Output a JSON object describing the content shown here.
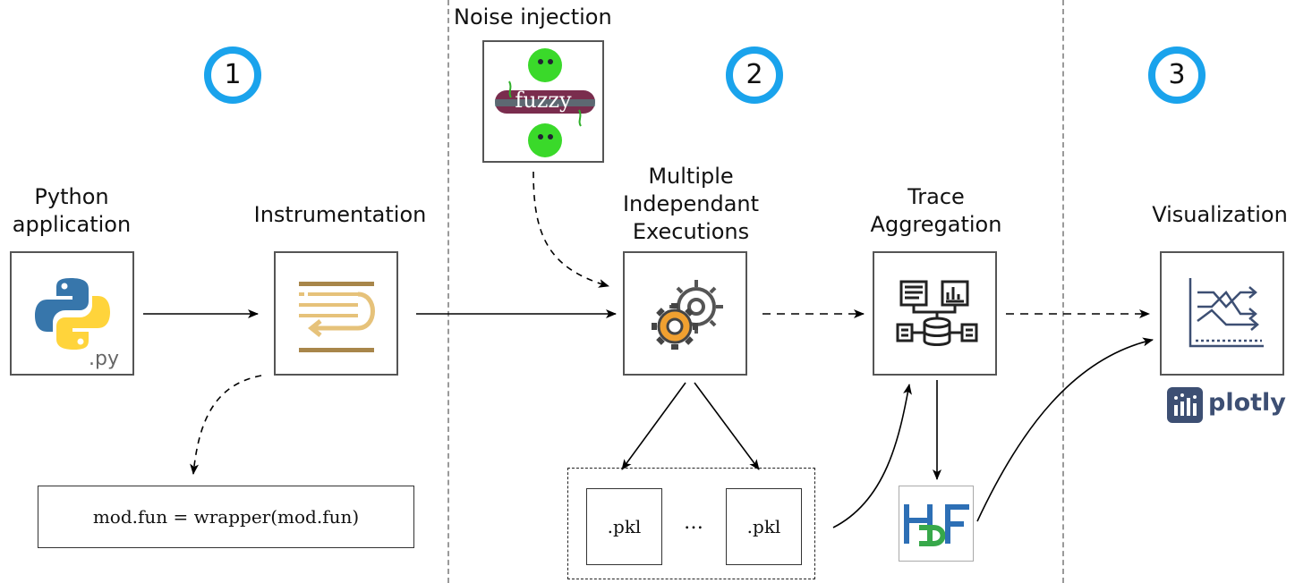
{
  "sections": {
    "noise_title": "Noise injection",
    "steps": [
      "1",
      "2",
      "3"
    ]
  },
  "stages": {
    "python_app": "Python\napplication",
    "instrumentation": "Instrumentation",
    "executions": "Multiple\nIndependant\nExecutions",
    "aggregation": "Trace\nAggregation",
    "visualization": "Visualization"
  },
  "details": {
    "py_ext": ".py",
    "wrapper_code": "mod.fun = wrapper(mod.fun)",
    "fuzzy_logo": "fuzzy",
    "pkl_1": ".pkl",
    "pkl_ellipsis": "…",
    "pkl_2": ".pkl",
    "hdf_logo": "HDF",
    "plotly_logo": "plotly"
  },
  "colors": {
    "step_ring": "#1aa3ec",
    "python_blue": "#3776ab",
    "python_yellow": "#ffd43b",
    "instrument_gold": "#c9a45a",
    "gear_orange": "#f0a030",
    "plotly_navy": "#3d4f73",
    "hdf_blue": "#2d6fb5",
    "hdf_green": "#37a84a"
  }
}
